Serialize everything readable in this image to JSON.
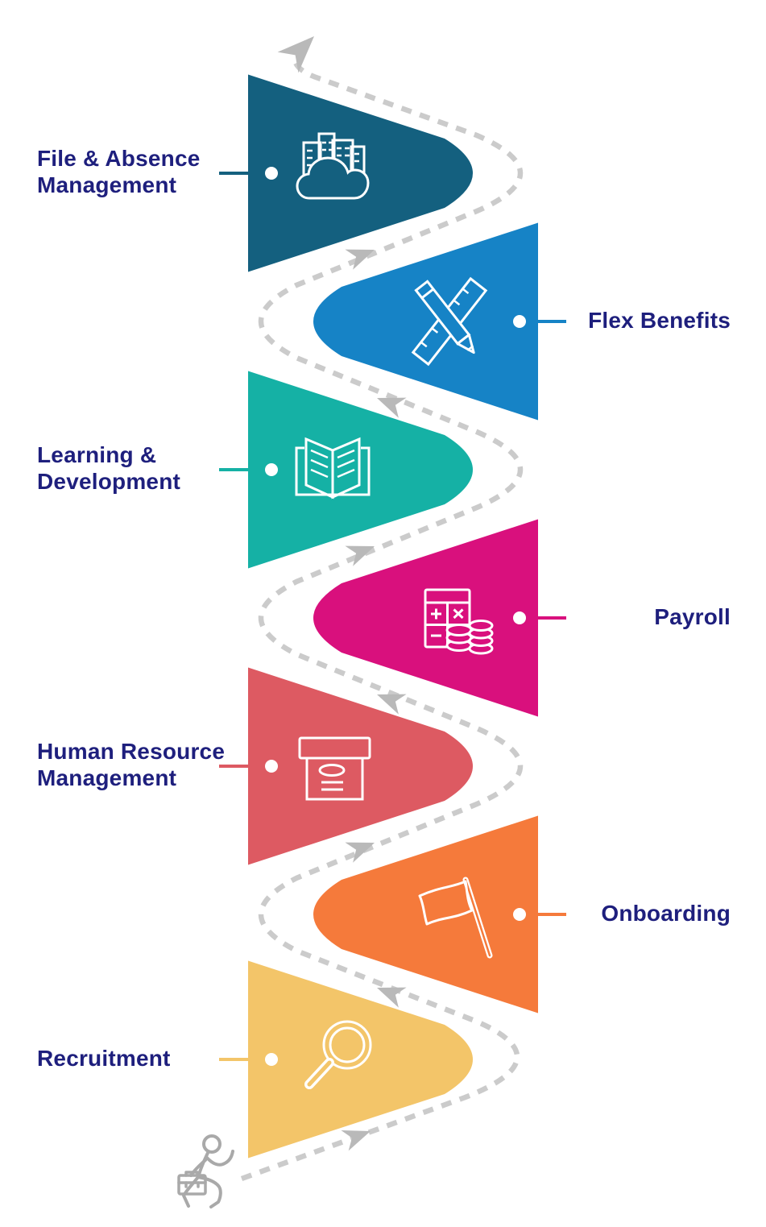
{
  "journey": {
    "label_color": "#1E1F7D",
    "steps": [
      {
        "id": "file-absence-management",
        "side": "left",
        "color": "#14607F",
        "icon": "city-cloud-icon",
        "label_lines": [
          "File & Absence",
          "Management"
        ]
      },
      {
        "id": "flex-benefits",
        "side": "right",
        "color": "#1683C6",
        "icon": "pencil-ruler-icon",
        "label_lines": [
          "Flex Benefits"
        ]
      },
      {
        "id": "learning-development",
        "side": "left",
        "color": "#15B1A5",
        "icon": "open-book-icon",
        "label_lines": [
          "Learning &",
          "Development"
        ]
      },
      {
        "id": "payroll",
        "side": "right",
        "color": "#D9107D",
        "icon": "calculator-coins-icon",
        "label_lines": [
          "Payroll"
        ]
      },
      {
        "id": "human-resource-management",
        "side": "left",
        "color": "#DD5A62",
        "icon": "archive-box-icon",
        "label_lines": [
          "Human Resource",
          "Management"
        ]
      },
      {
        "id": "onboarding",
        "side": "right",
        "color": "#F57A3B",
        "icon": "flag-icon",
        "label_lines": [
          "Onboarding"
        ]
      },
      {
        "id": "recruitment",
        "side": "left",
        "color": "#F3C569",
        "icon": "magnifier-icon",
        "label_lines": [
          "Recruitment"
        ]
      }
    ],
    "path": {
      "dash_color": "#CBCBCB",
      "arrow_color": "#B9B9B9",
      "runner_color": "#A9A9A9"
    }
  }
}
